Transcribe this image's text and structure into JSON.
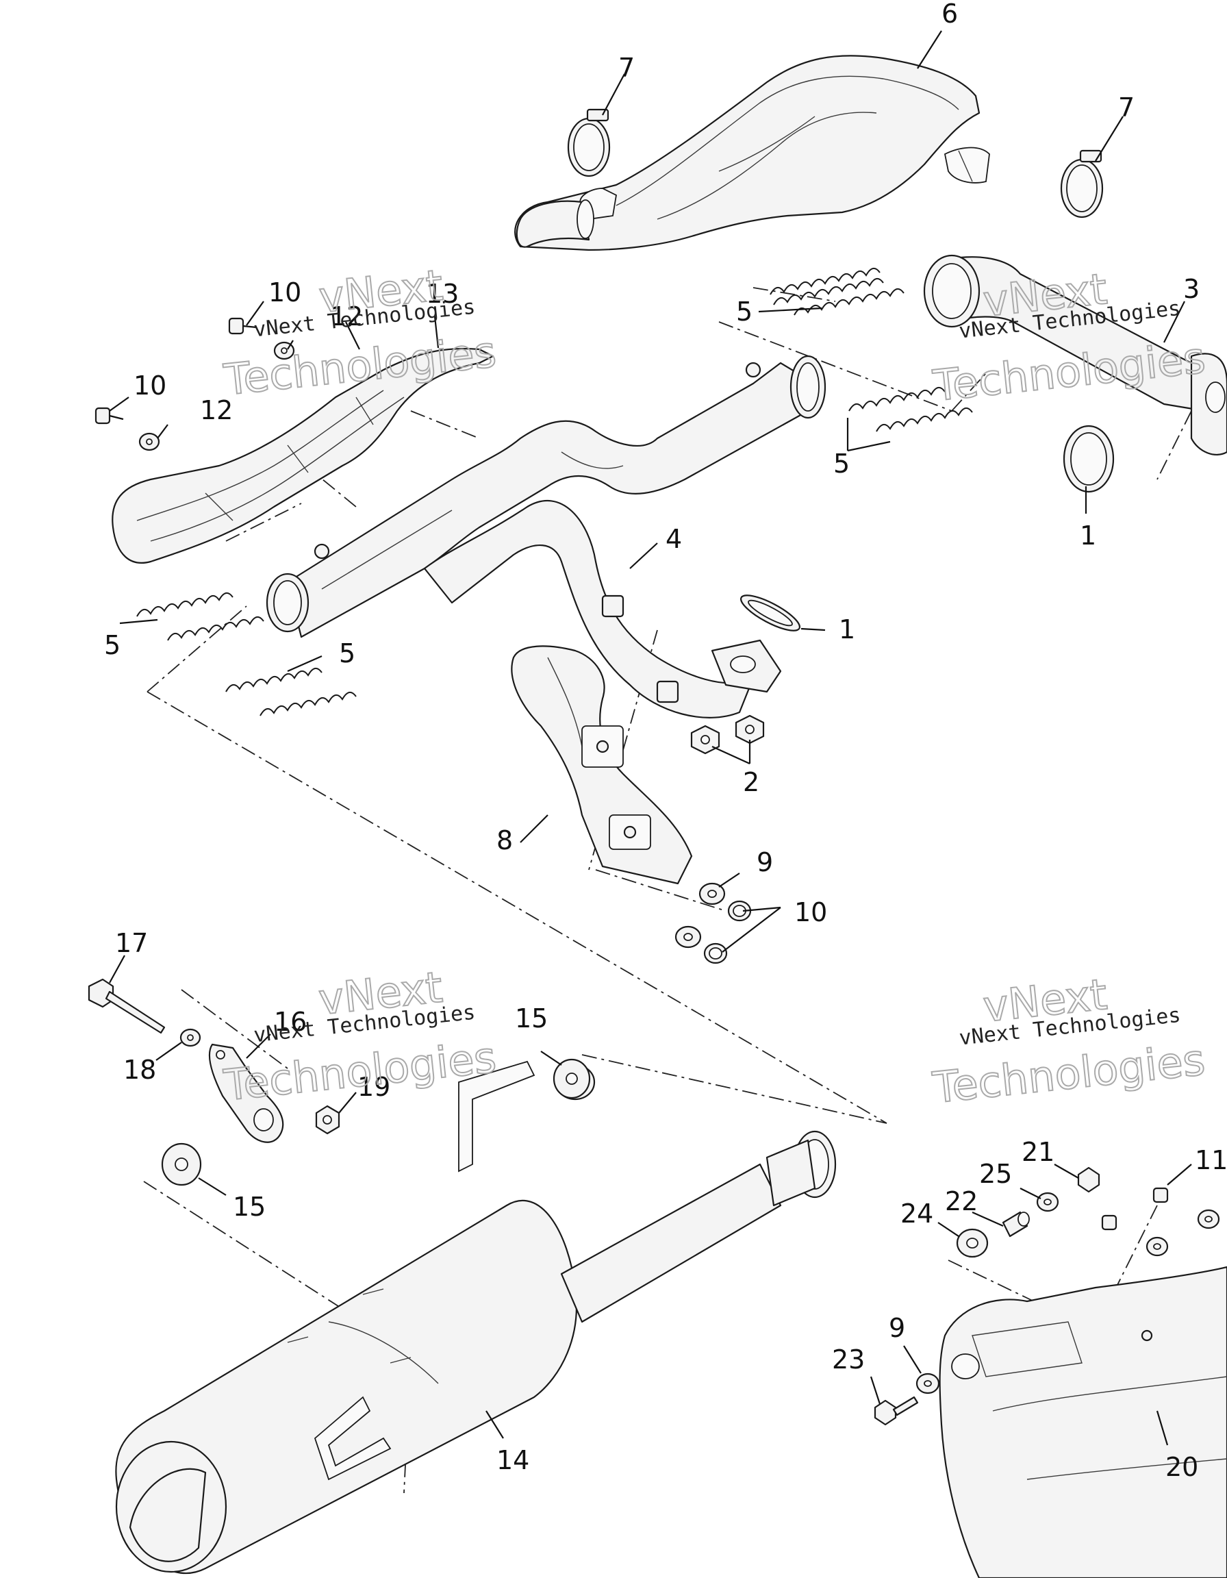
{
  "watermark": {
    "line1": "vNext",
    "line2": "vNext Technologies",
    "line3": "Technologies"
  },
  "callouts": [
    {
      "id": "c-6",
      "label": "6"
    },
    {
      "id": "c-7a",
      "label": "7"
    },
    {
      "id": "c-7b",
      "label": "7"
    },
    {
      "id": "c-3",
      "label": "3"
    },
    {
      "id": "c-5a",
      "label": "5"
    },
    {
      "id": "c-5b",
      "label": "5"
    },
    {
      "id": "c-5c",
      "label": "5"
    },
    {
      "id": "c-5d",
      "label": "5"
    },
    {
      "id": "c-1a",
      "label": "1"
    },
    {
      "id": "c-1b",
      "label": "1"
    },
    {
      "id": "c-4",
      "label": "4"
    },
    {
      "id": "c-2",
      "label": "2"
    },
    {
      "id": "c-8",
      "label": "8"
    },
    {
      "id": "c-9a",
      "label": "9"
    },
    {
      "id": "c-9b",
      "label": "9"
    },
    {
      "id": "c-10a",
      "label": "10"
    },
    {
      "id": "c-10b",
      "label": "10"
    },
    {
      "id": "c-10c",
      "label": "10"
    },
    {
      "id": "c-12a",
      "label": "12"
    },
    {
      "id": "c-12b",
      "label": "12"
    },
    {
      "id": "c-13",
      "label": "13"
    },
    {
      "id": "c-17",
      "label": "17"
    },
    {
      "id": "c-16",
      "label": "16"
    },
    {
      "id": "c-18",
      "label": "18"
    },
    {
      "id": "c-19",
      "label": "19"
    },
    {
      "id": "c-15a",
      "label": "15"
    },
    {
      "id": "c-15b",
      "label": "15"
    },
    {
      "id": "c-14",
      "label": "14"
    },
    {
      "id": "c-21",
      "label": "21"
    },
    {
      "id": "c-25",
      "label": "25"
    },
    {
      "id": "c-22",
      "label": "22"
    },
    {
      "id": "c-24",
      "label": "24"
    },
    {
      "id": "c-11",
      "label": "11"
    },
    {
      "id": "c-23",
      "label": "23"
    },
    {
      "id": "c-20",
      "label": "20"
    }
  ]
}
